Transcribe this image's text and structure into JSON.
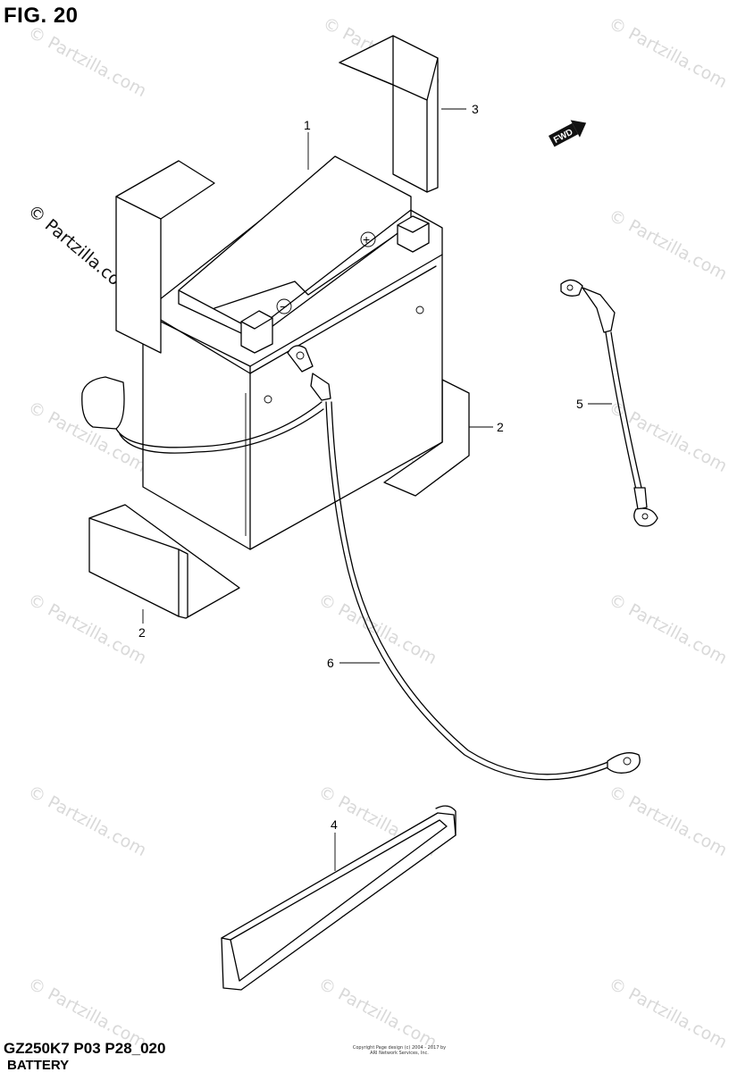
{
  "figure": {
    "title": "FIG. 20",
    "code": "GZ250K7 P03 P28_020",
    "name": "BATTERY",
    "copyright_note": "Copyright Page design (c) 2004 - 2017 by ARI Network Services, Inc."
  },
  "watermark": {
    "text": "© Partzilla.com",
    "side_text": "© Partzilla.com"
  },
  "direction_badge": "FWD",
  "callouts": [
    {
      "id": "c1",
      "label": "1"
    },
    {
      "id": "c2a",
      "label": "2"
    },
    {
      "id": "c2b",
      "label": "2"
    },
    {
      "id": "c3",
      "label": "3"
    },
    {
      "id": "c4",
      "label": "4"
    },
    {
      "id": "c5",
      "label": "5"
    },
    {
      "id": "c6",
      "label": "6"
    }
  ],
  "terminal_marks": {
    "plus": "+",
    "minus": "−"
  }
}
